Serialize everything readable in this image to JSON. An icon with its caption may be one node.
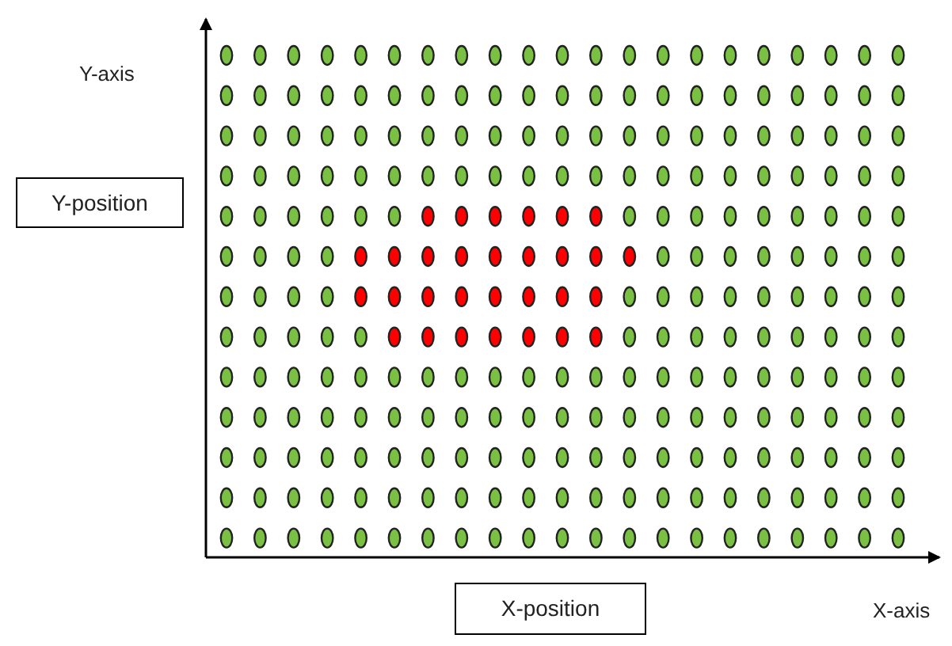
{
  "diagram": {
    "nodes": [
      {
        "text": [
          "Y-position"
        ]
      },
      {
        "text": [
          "X-position"
        ]
      }
    ],
    "labels": [
      "Y-axis",
      "X-axis"
    ]
  }
}
